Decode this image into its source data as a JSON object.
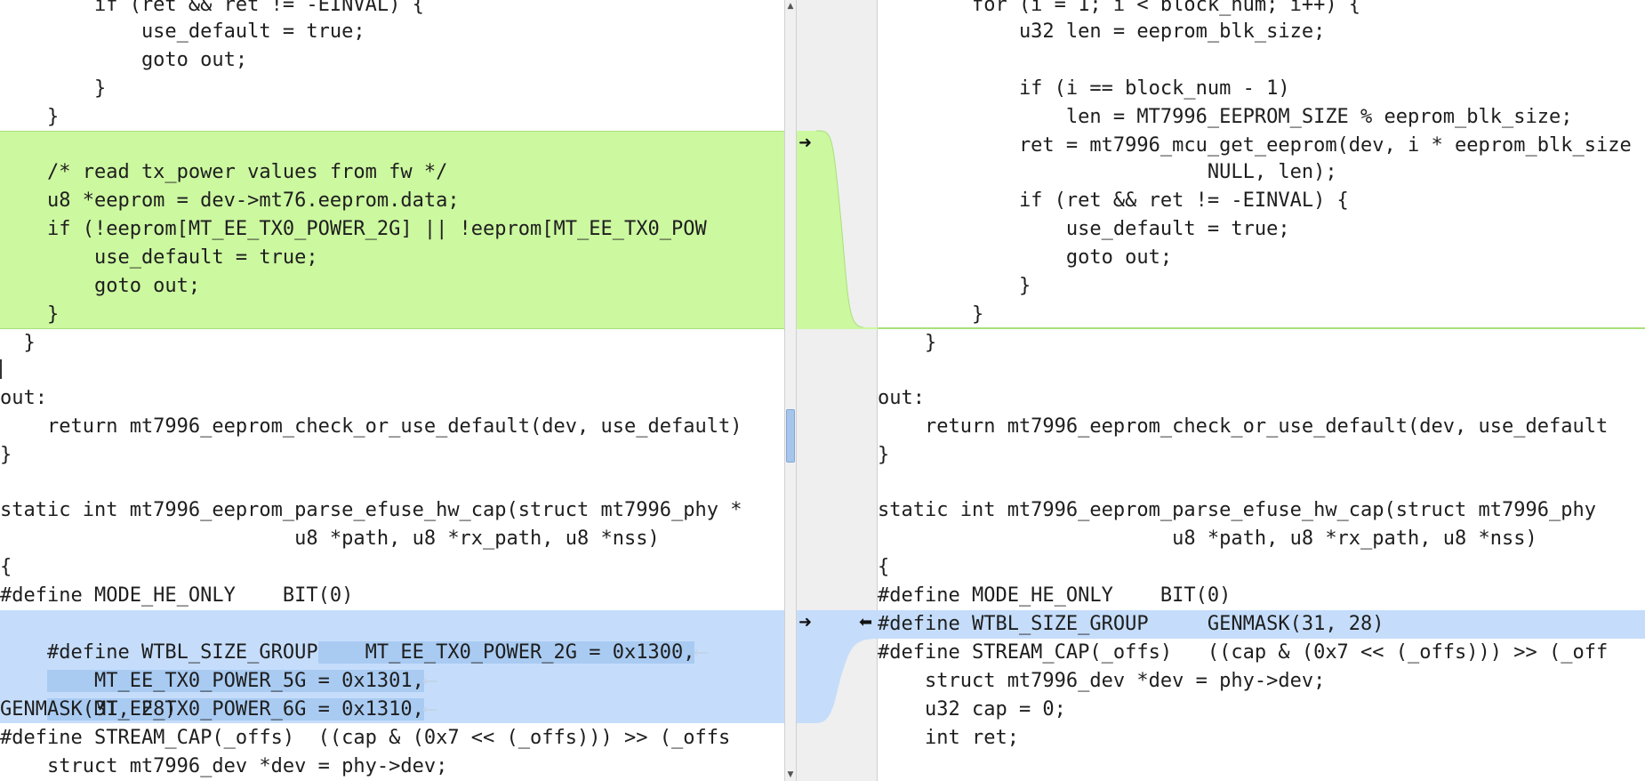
{
  "left": {
    "lines": [
      "        if (ret && ret != -EINVAL) {",
      "            use_default = true;",
      "            goto out;",
      "        }",
      "    }",
      "",
      "    /* read tx_power values from fw */",
      "    u8 *eeprom = dev->mt76.eeprom.data;",
      "    if (!eeprom[MT_EE_TX0_POWER_2G] || !eeprom[MT_EE_TX0_POW",
      "        use_default = true;",
      "        goto out;",
      "    }",
      "  }",
      "",
      "out:",
      "    return mt7996_eeprom_check_or_use_default(dev, use_default)",
      "}",
      "",
      "static int mt7996_eeprom_parse_efuse_hw_cap(struct mt7996_phy *",
      "                         u8 *path, u8 *rx_path, u8 *nss)",
      "{",
      "#define MODE_HE_ONLY    BIT(0)",
      "",
      "",
      "",
      "GENMASK(31, 28)",
      "#define STREAM_CAP(_offs)  ((cap & (0x7 << (_offs))) >> (_offs",
      "    struct mt7996_dev *dev = phy->dev;"
    ],
    "define_line": {
      "part1": "#define WTBL_SIZE_GROUP",
      "part2": "    MT_EE_TX0_POWER_2G = 0x1300,",
      "arrow": "⟵"
    },
    "cont_lines": [
      {
        "text": "    MT_EE_TX0_POWER_5G = 0x1301,",
        "arrow": "⟵"
      },
      {
        "text": "    MT_EE_TX0_POWER_6G = 0x1310,",
        "arrow": "⟵"
      }
    ]
  },
  "right": {
    "lines": [
      "        for (i = 1; i < block_num; i++) {",
      "            u32 len = eeprom_blk_size;",
      "",
      "            if (i == block_num - 1)",
      "                len = MT7996_EEPROM_SIZE % eeprom_blk_size;",
      "            ret = mt7996_mcu_get_eeprom(dev, i * eeprom_blk_size",
      "                            NULL, len);",
      "            if (ret && ret != -EINVAL) {",
      "                use_default = true;",
      "                goto out;",
      "            }",
      "        }",
      "    }",
      "",
      "out:",
      "    return mt7996_eeprom_check_or_use_default(dev, use_default",
      "}",
      "",
      "static int mt7996_eeprom_parse_efuse_hw_cap(struct mt7996_phy",
      "                         u8 *path, u8 *rx_path, u8 *nss)",
      "{",
      "#define MODE_HE_ONLY    BIT(0)",
      "#define WTBL_SIZE_GROUP     GENMASK(31, 28)",
      "#define STREAM_CAP(_offs)   ((cap & (0x7 << (_offs))) >> (_off",
      "    struct mt7996_dev *dev = phy->dev;",
      "    u32 cap = 0;",
      "    int ret;",
      ""
    ]
  },
  "gutter": {
    "copy_right_arrow": "➜",
    "copy_right_arrow2": "➜",
    "copy_left_arrow": "⬅"
  },
  "scrollbar": {
    "up": "▲",
    "down": "▼"
  },
  "colors": {
    "insert_green": "#ccf8a0",
    "change_blue": "#c5ddfb",
    "selection_blue": "#a9cbf2"
  }
}
